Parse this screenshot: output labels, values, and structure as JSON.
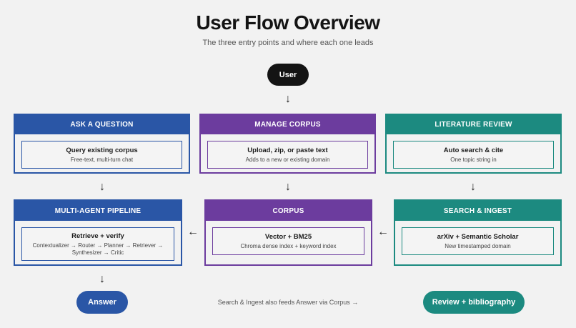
{
  "header": {
    "title": "User Flow Overview",
    "subtitle": "The three entry points and where each one leads"
  },
  "start": {
    "label": "User"
  },
  "cards": {
    "ask": {
      "title": "ASK A QUESTION",
      "inner_title": "Query existing corpus",
      "inner_sub": "Free-text, multi-turn chat"
    },
    "manage": {
      "title": "MANAGE CORPUS",
      "inner_title": "Upload, zip, or paste text",
      "inner_sub": "Adds to a new or existing domain"
    },
    "lit": {
      "title": "LITERATURE REVIEW",
      "inner_title": "Auto search & cite",
      "inner_sub": "One topic string in"
    },
    "pipeline": {
      "title": "MULTI-AGENT PIPELINE",
      "inner_title": "Retrieve + verify",
      "inner_sub": "Contextualizer → Router → Planner → Retriever → Synthesizer → Critic"
    },
    "corpus": {
      "title": "CORPUS",
      "inner_title": "Vector + BM25",
      "inner_sub": "Chroma dense index + keyword index"
    },
    "search": {
      "title": "SEARCH & INGEST",
      "inner_title": "arXiv + Semantic Scholar",
      "inner_sub": "New timestamped domain"
    }
  },
  "outputs": {
    "answer": "Answer",
    "review": "Review + bibliography",
    "note": "Search & Ingest also feeds Answer via Corpus →"
  },
  "colors": {
    "blue": "#2a56a6",
    "purple": "#6c3c9e",
    "teal": "#1c8a80",
    "black": "#141414"
  },
  "icons": {
    "arrow_down": "↓",
    "arrow_left": "←"
  }
}
